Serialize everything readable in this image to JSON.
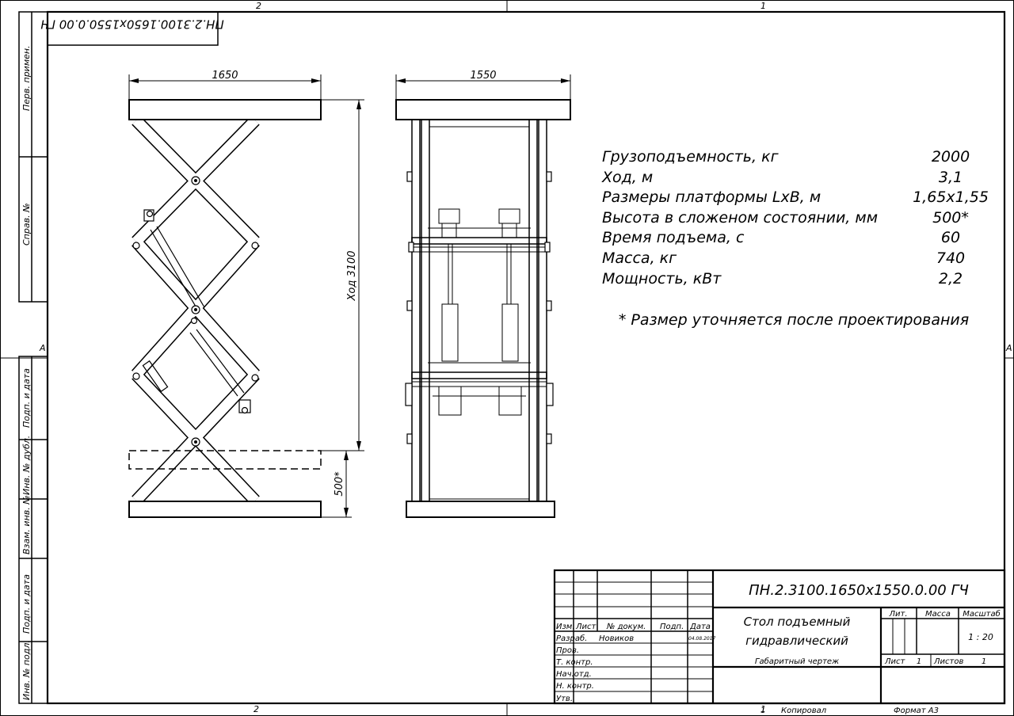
{
  "frame": {
    "zone_top_left": "2",
    "zone_top_right": "1",
    "zone_bottom_left": "2",
    "zone_bottom_right": "1",
    "zone_side_left": "A",
    "zone_side_right": "A"
  },
  "stamp_rotated": "ПН.2.3100.1650х1550.0.00 ГЧ",
  "side_boxes": [
    "Перв. примен.",
    "Справ. №",
    "Подп. и дата",
    "Инв. № дубл.",
    "Взам. инв. №",
    "Подп. и дата",
    "Инв. № подл."
  ],
  "dimensions": {
    "width_left": "1650",
    "width_right": "1550",
    "stroke": "Ход 3100",
    "lowered_height": "500*"
  },
  "specs": [
    {
      "label": "Грузоподъемность, кг",
      "value": "2000"
    },
    {
      "label": "Ход, м",
      "value": "3,1"
    },
    {
      "label": "Размеры платформы LxB, м",
      "value": "1,65х1,55"
    },
    {
      "label": "Высота в сложеном состоянии, мм",
      "value": "500*"
    },
    {
      "label": "Время подъема, с",
      "value": "60"
    },
    {
      "label": "Масса, кг",
      "value": "740"
    },
    {
      "label": "Мощность, кВт",
      "value": "2,2"
    }
  ],
  "note": "* Размер уточняется после проектирования",
  "title_block": {
    "designation": "ПН.2.3100.1650х1550.0.00 ГЧ",
    "name_line1": "Стол подъемный",
    "name_line2": "гидравлический",
    "doc_type": "Габаритный чертеж",
    "col_izm": "Изм.",
    "col_list": "Лист",
    "col_docnum": "№ докум.",
    "col_podp": "Подп.",
    "col_data": "Дата",
    "role_razrab": "Разраб.",
    "razrab_name": "Новиков",
    "razrab_date": "04.08.2017",
    "role_prov": "Пров.",
    "role_tkontr": "Т. контр.",
    "role_nachotd": "Нач.отд.",
    "role_nkontr": "Н. контр.",
    "role_utv": "Утв.",
    "lit": "Лит.",
    "massa": "Масса",
    "masshtab": "Масштаб",
    "scale": "1 : 20",
    "sheet_label": "Лист",
    "sheet_value": "1",
    "sheets_label": "Листов",
    "sheets_value": "1",
    "copied_num": "1",
    "copied": "Копировал",
    "format": "Формат А3"
  }
}
